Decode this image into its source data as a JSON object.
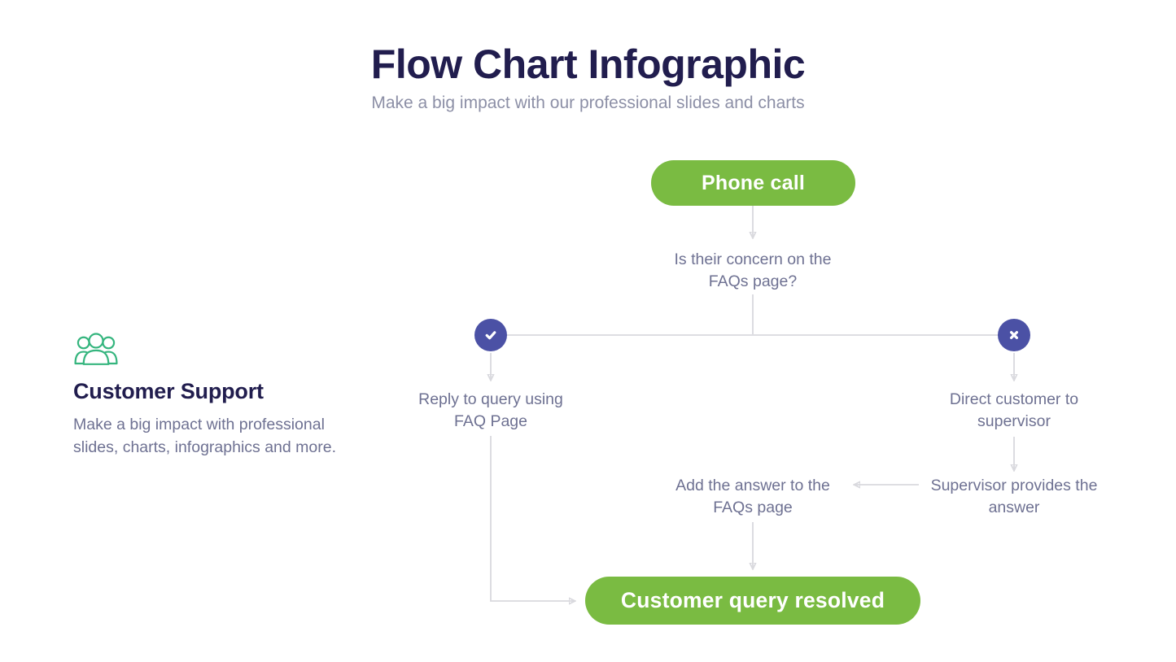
{
  "header": {
    "title": "Flow Chart Infographic",
    "subtitle": "Make a big impact with our professional slides and charts"
  },
  "sidebar": {
    "icon": "people-group-icon",
    "heading": "Customer Support",
    "description_line1": "Make a big impact with professional",
    "description_line2": "slides, charts, infographics and more."
  },
  "flow": {
    "start_label": "Phone call",
    "decision": {
      "line1": "Is their concern on the",
      "line2": "FAQs page?"
    },
    "yes_icon": "check-icon",
    "no_icon": "x-icon",
    "yes_step": {
      "line1": "Reply to query using",
      "line2": "FAQ Page"
    },
    "no_step": {
      "line1": "Direct customer to",
      "line2": "supervisor"
    },
    "supervisor_step": {
      "line1": "Supervisor provides the",
      "line2": "answer"
    },
    "add_answer_step": {
      "line1": "Add the answer to the",
      "line2": "FAQs page"
    },
    "end_label": "Customer query resolved"
  },
  "colors": {
    "accent_green": "#7abb42",
    "indigo": "#4b51a5",
    "navy": "#211d4e",
    "text_gray": "#6e7192",
    "subtitle_gray": "#8c8fa6",
    "connector": "#d9d9de",
    "icon_green": "#35b57e"
  }
}
